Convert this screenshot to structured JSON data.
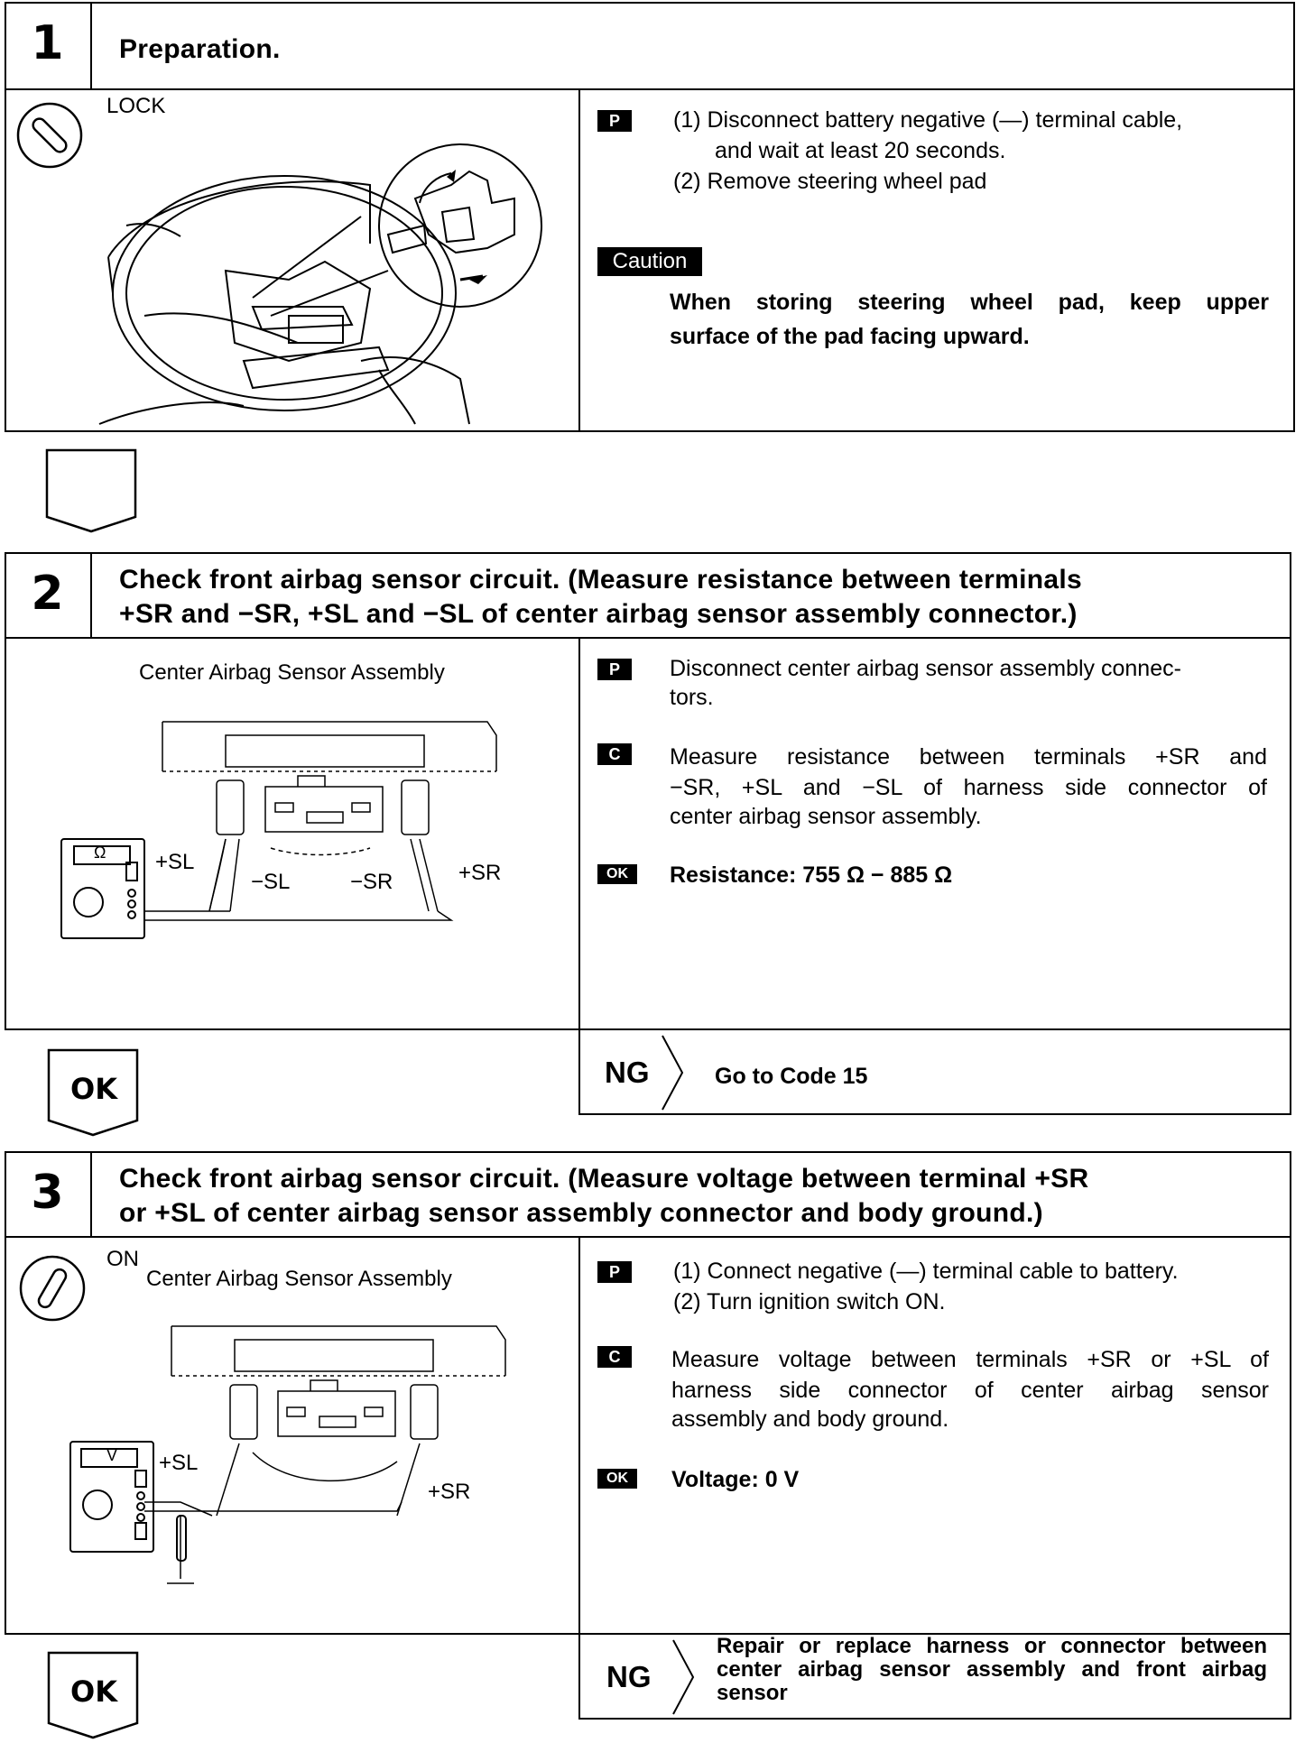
{
  "step1": {
    "number": "1",
    "title": "Preparation.",
    "lock_label": "LOCK",
    "tag_p": "P",
    "p_line1": "(1) Disconnect battery negative (—) terminal cable,",
    "p_line2": "and wait at least 20 seconds.",
    "p_line3": "(2) Remove steering wheel pad",
    "caution_tag": "Caution",
    "caution_line1": "When storing steering wheel pad, keep upper",
    "caution_line2": "surface of the pad facing upward."
  },
  "step2": {
    "number": "2",
    "title_line1": "Check front airbag sensor circuit. (Measure resistance between terminals",
    "title_line2": "+SR and −SR, +SL and −SL of center airbag sensor assembly connector.)",
    "figure_title": "Center Airbag Sensor Assembly",
    "meter_symbol": "Ω",
    "label_plus_sl": "+SL",
    "label_minus_sl": "−SL",
    "label_minus_sr": "−SR",
    "label_plus_sr": "+SR",
    "tag_p": "P",
    "p_line1": "Disconnect center airbag sensor assembly connec-",
    "p_line2": "tors.",
    "tag_c": "C",
    "c_line1": "Measure resistance between terminals +SR and",
    "c_line2": "−SR, +SL and −SL of harness side connector of",
    "c_line3": "center airbag sensor assembly.",
    "tag_ok": "OK",
    "ok_text": "Resistance:  755 Ω − 885 Ω",
    "ng_label": "NG",
    "ng_text": "Go to Code 15",
    "ok_arrow": "OK"
  },
  "step3": {
    "number": "3",
    "title_line1": "Check front airbag sensor circuit. (Measure voltage between terminal +SR",
    "title_line2": "or +SL of center airbag sensor assembly connector and body ground.)",
    "on_label": "ON",
    "figure_title": "Center Airbag Sensor Assembly",
    "meter_symbol": "V",
    "label_plus_sl": "+SL",
    "label_plus_sr": "+SR",
    "tag_p": "P",
    "p_line1": "(1) Connect negative (—) terminal cable to battery.",
    "p_line2": "(2) Turn ignition switch ON.",
    "tag_c": "C",
    "c_line1": "Measure voltage between terminals +SR or +SL of",
    "c_line2": "harness side connector of center airbag sensor",
    "c_line3": "assembly and body ground.",
    "tag_ok": "OK",
    "ok_text": "Voltage:   0 V",
    "ng_label": "NG",
    "ng_line1": "Repair or replace harness or connector between",
    "ng_line2": "center airbag sensor assembly and front airbag",
    "ng_line3": "sensor",
    "ok_arrow": "OK"
  }
}
